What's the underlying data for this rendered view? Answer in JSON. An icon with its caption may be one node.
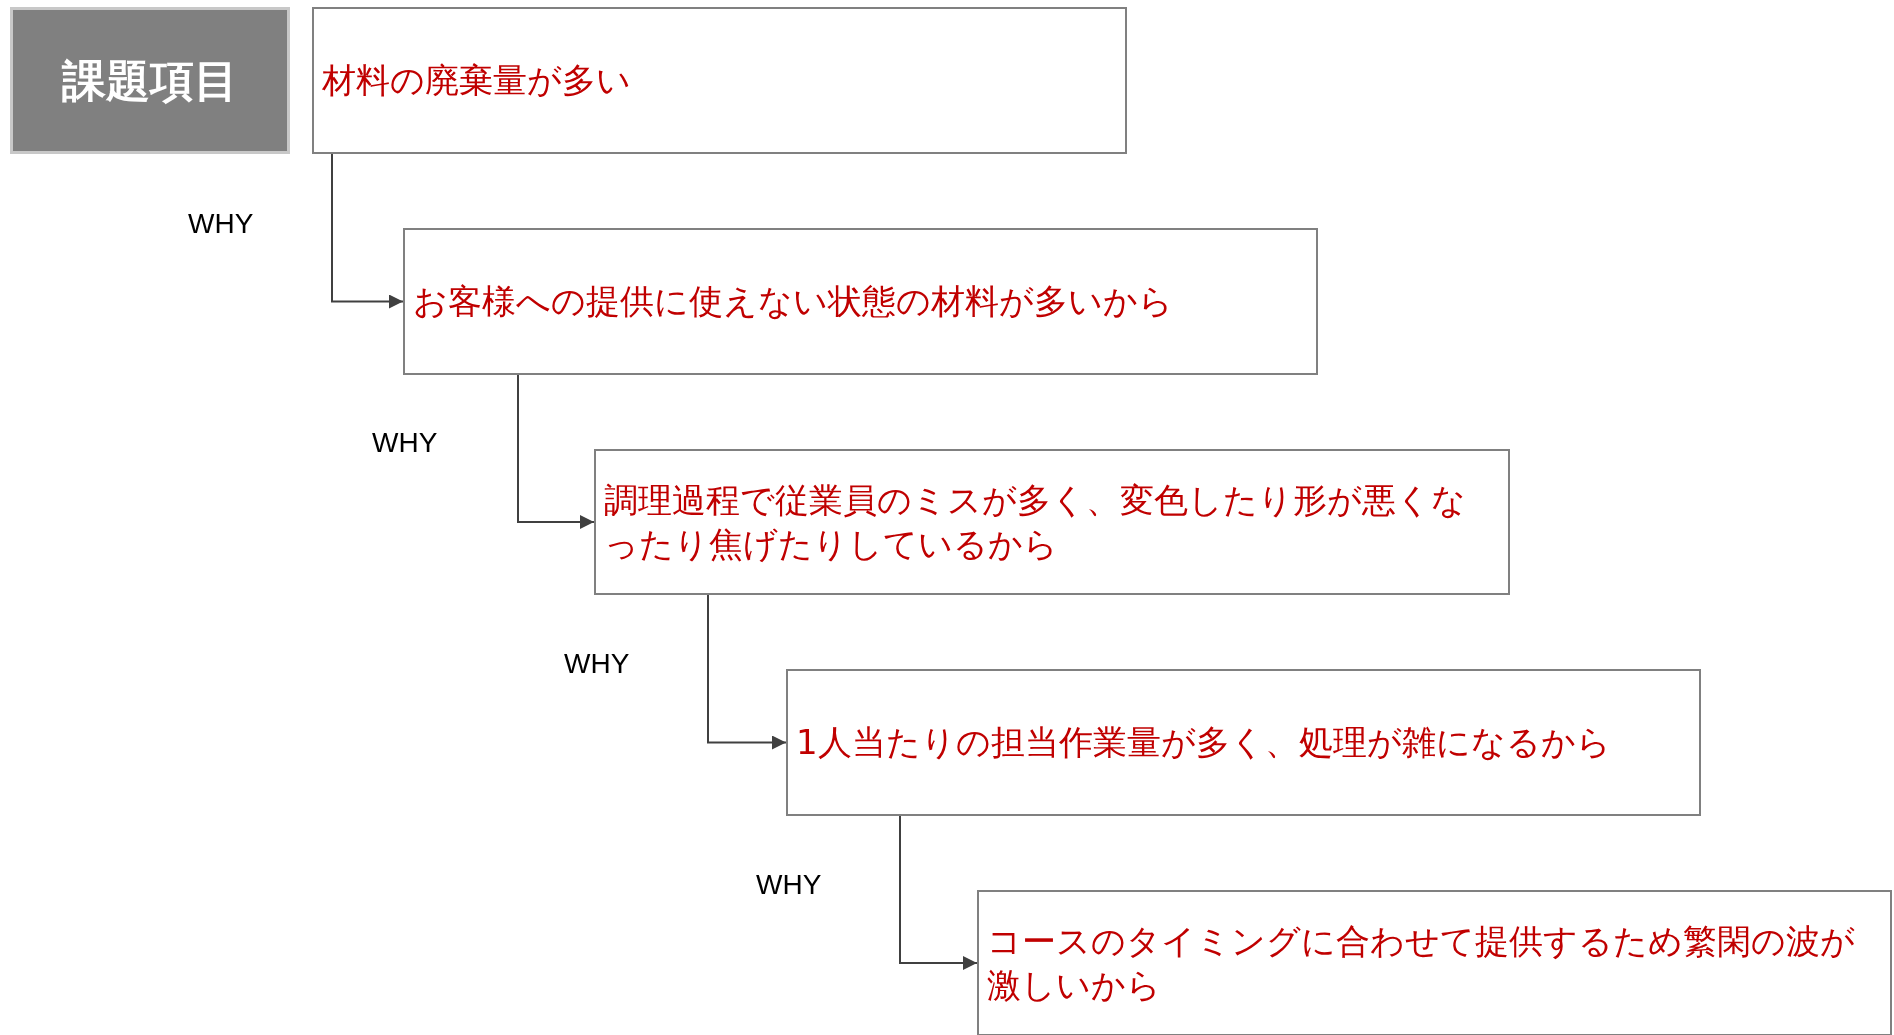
{
  "diagram": {
    "nodes": [
      {
        "text": [
          "課題項目"
        ]
      },
      {
        "text": [
          "材料の廃棄量が多い"
        ]
      },
      {
        "text": [
          "お客様への提供に使えない状態の材料が多いから"
        ]
      },
      {
        "text": [
          "調理過程で従業員のミスが多く、変色したり形が悪くなったり焦げたりしているから"
        ]
      },
      {
        "text": [
          "1人当たりの担当作業量が多く、処理が雑になるから"
        ]
      },
      {
        "text": [
          "コースのタイミングに合わせて提供するため繁閑の波が激しいから"
        ]
      }
    ],
    "edges": [
      {
        "from": 1,
        "to": 2,
        "arrow": "to",
        "label": "WHY"
      },
      {
        "from": 2,
        "to": 3,
        "arrow": "to",
        "label": "WHY"
      },
      {
        "from": 3,
        "to": 4,
        "arrow": "to",
        "label": "WHY"
      },
      {
        "from": 4,
        "to": 5,
        "arrow": "to",
        "label": "WHY"
      }
    ]
  }
}
